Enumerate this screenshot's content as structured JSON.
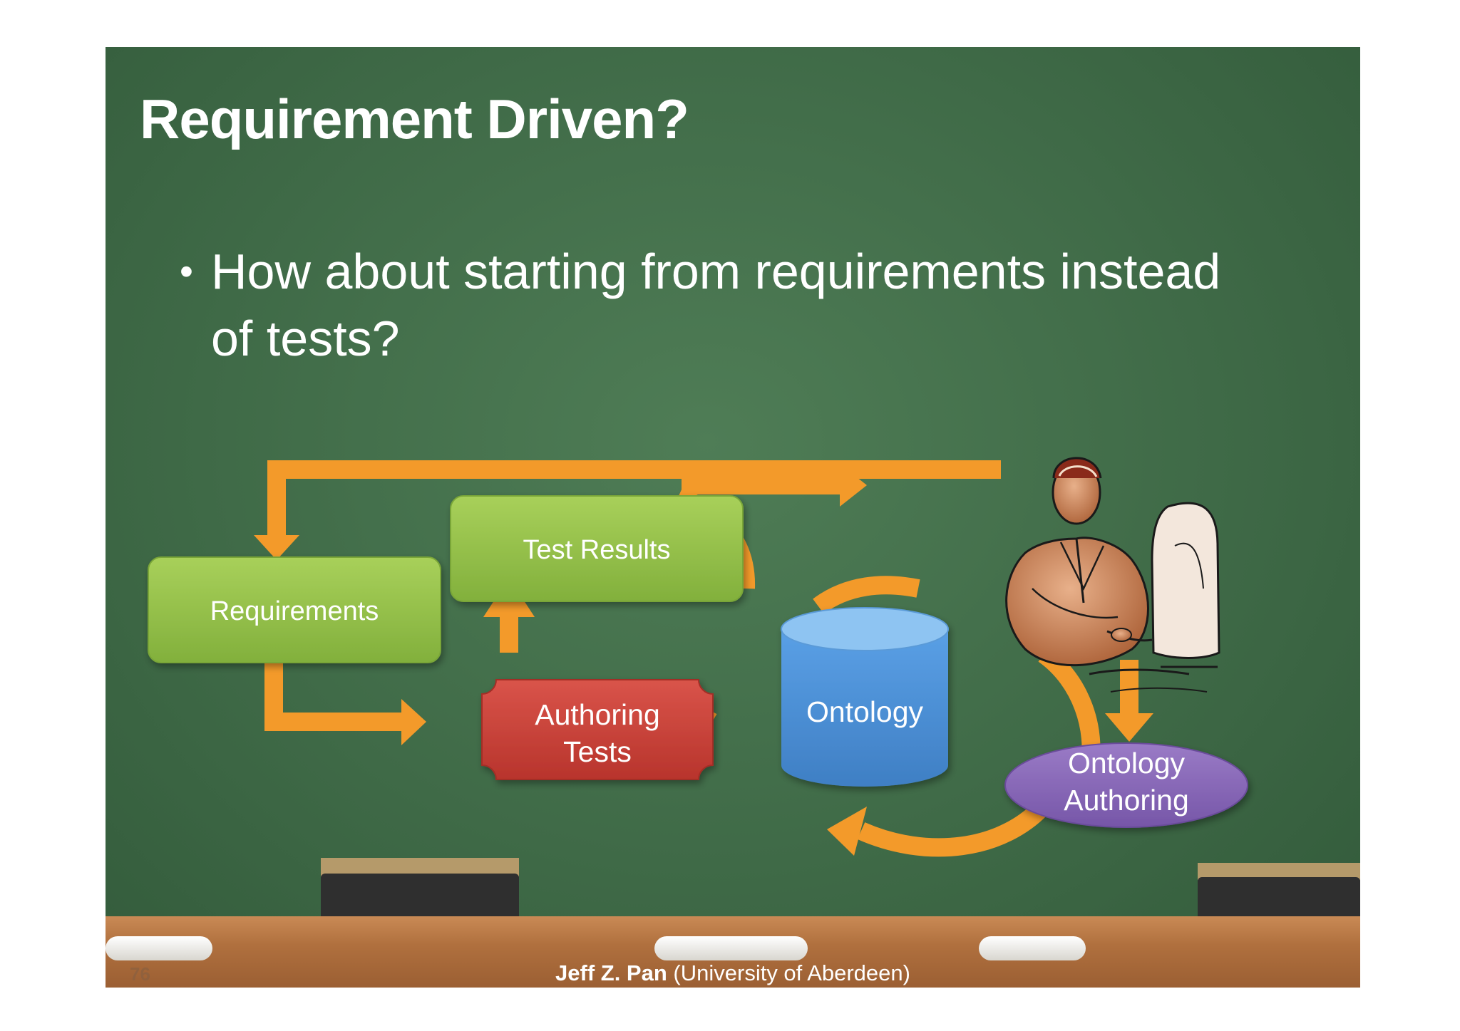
{
  "slide": {
    "title": "Requirement Driven?",
    "bullets": [
      {
        "line1": "How about starting from requirements instead",
        "line2": "of tests?"
      }
    ]
  },
  "diagram": {
    "nodes": {
      "requirements": "Requirements",
      "test_results": "Test Results",
      "authoring_tests_line1": "Authoring",
      "authoring_tests_line2": "Tests",
      "ontology": "Ontology",
      "ontology_authoring_line1": "Ontology",
      "ontology_authoring_line2": "Authoring"
    },
    "colors": {
      "arrow": "#f39a2a",
      "requirements": "#94c24a",
      "test_results": "#94c24a",
      "authoring_tests": "#cc4338",
      "ontology": "#4f90d8",
      "ontology_authoring": "#8a66b6"
    },
    "icons": [
      "person-at-computer-icon"
    ]
  },
  "footer": {
    "page_number": "76",
    "author": "Jeff Z. Pan",
    "affiliation": "(University of  Aberdeen)"
  }
}
